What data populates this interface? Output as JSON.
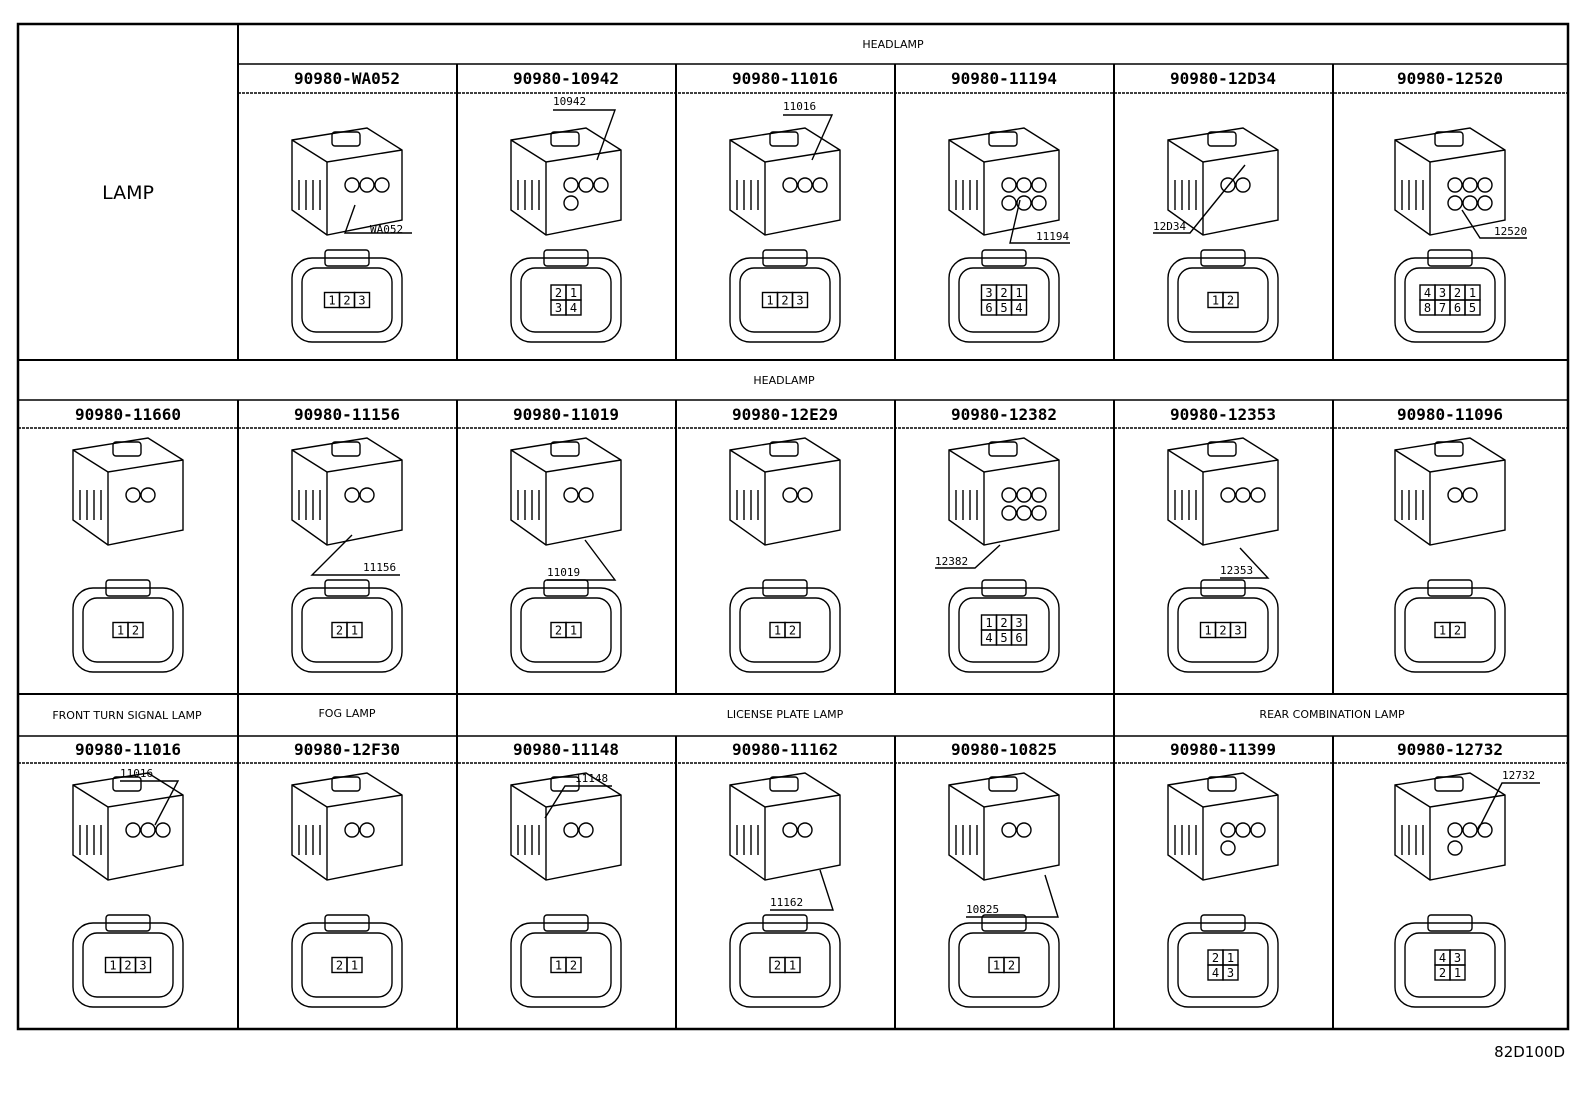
{
  "section_labels": {
    "lamp": "LAMP",
    "headlamp_row1": "HEADLAMP",
    "headlamp_row2": "HEADLAMP",
    "front_turn_signal": "FRONT TURN SIGNAL LAMP",
    "fog": "FOG LAMP",
    "license_plate": "LICENSE PLATE LAMP",
    "rear_combination": "REAR COMBINATION LAMP"
  },
  "rows": [
    {
      "connectors": [
        {
          "part": "90980-WA052",
          "callout": "WA052",
          "pins": [
            "1",
            "2",
            "3"
          ]
        },
        {
          "part": "90980-10942",
          "callout": "10942",
          "pins": [
            "2",
            "1",
            "3",
            "4"
          ]
        },
        {
          "part": "90980-11016",
          "callout": "11016",
          "pins": [
            "1",
            "2",
            "3"
          ]
        },
        {
          "part": "90980-11194",
          "callout": "11194",
          "pins": [
            "3",
            "2",
            "1",
            "6",
            "5",
            "4"
          ]
        },
        {
          "part": "90980-12D34",
          "callout": "12D34",
          "pins": [
            "1",
            "2"
          ]
        },
        {
          "part": "90980-12520",
          "callout": "12520",
          "pins": [
            "4",
            "3",
            "2",
            "1",
            "8",
            "7",
            "6",
            "5"
          ]
        }
      ]
    },
    {
      "connectors": [
        {
          "part": "90980-11660",
          "callout": "",
          "pins": [
            "1",
            "2"
          ]
        },
        {
          "part": "90980-11156",
          "callout": "11156",
          "pins": [
            "2",
            "1"
          ]
        },
        {
          "part": "90980-11019",
          "callout": "11019",
          "pins": [
            "2",
            "1"
          ]
        },
        {
          "part": "90980-12E29",
          "callout": "",
          "pins": [
            "1",
            "2"
          ]
        },
        {
          "part": "90980-12382",
          "callout": "12382",
          "pins": [
            "1",
            "2",
            "3",
            "4",
            "5",
            "6"
          ]
        },
        {
          "part": "90980-12353",
          "callout": "12353",
          "pins": [
            "1",
            "2",
            "3"
          ]
        },
        {
          "part": "90980-11096",
          "callout": "",
          "pins": [
            "1",
            "2"
          ]
        }
      ]
    },
    {
      "connectors": [
        {
          "part": "90980-11016",
          "callout": "11016",
          "pins": [
            "1",
            "2",
            "3"
          ]
        },
        {
          "part": "90980-12F30",
          "callout": "",
          "pins": [
            "2",
            "1"
          ]
        },
        {
          "part": "90980-11148",
          "callout": "11148",
          "pins": [
            "1",
            "2"
          ]
        },
        {
          "part": "90980-11162",
          "callout": "11162",
          "pins": [
            "2",
            "1"
          ]
        },
        {
          "part": "90980-10825",
          "callout": "10825",
          "pins": [
            "1",
            "2"
          ]
        },
        {
          "part": "90980-11399",
          "callout": "",
          "pins": [
            "2",
            "1",
            "4",
            "3"
          ]
        },
        {
          "part": "90980-12732",
          "callout": "12732",
          "pins": [
            "4",
            "3",
            "2",
            "1"
          ]
        }
      ]
    }
  ],
  "diagram_code": "82D100D"
}
